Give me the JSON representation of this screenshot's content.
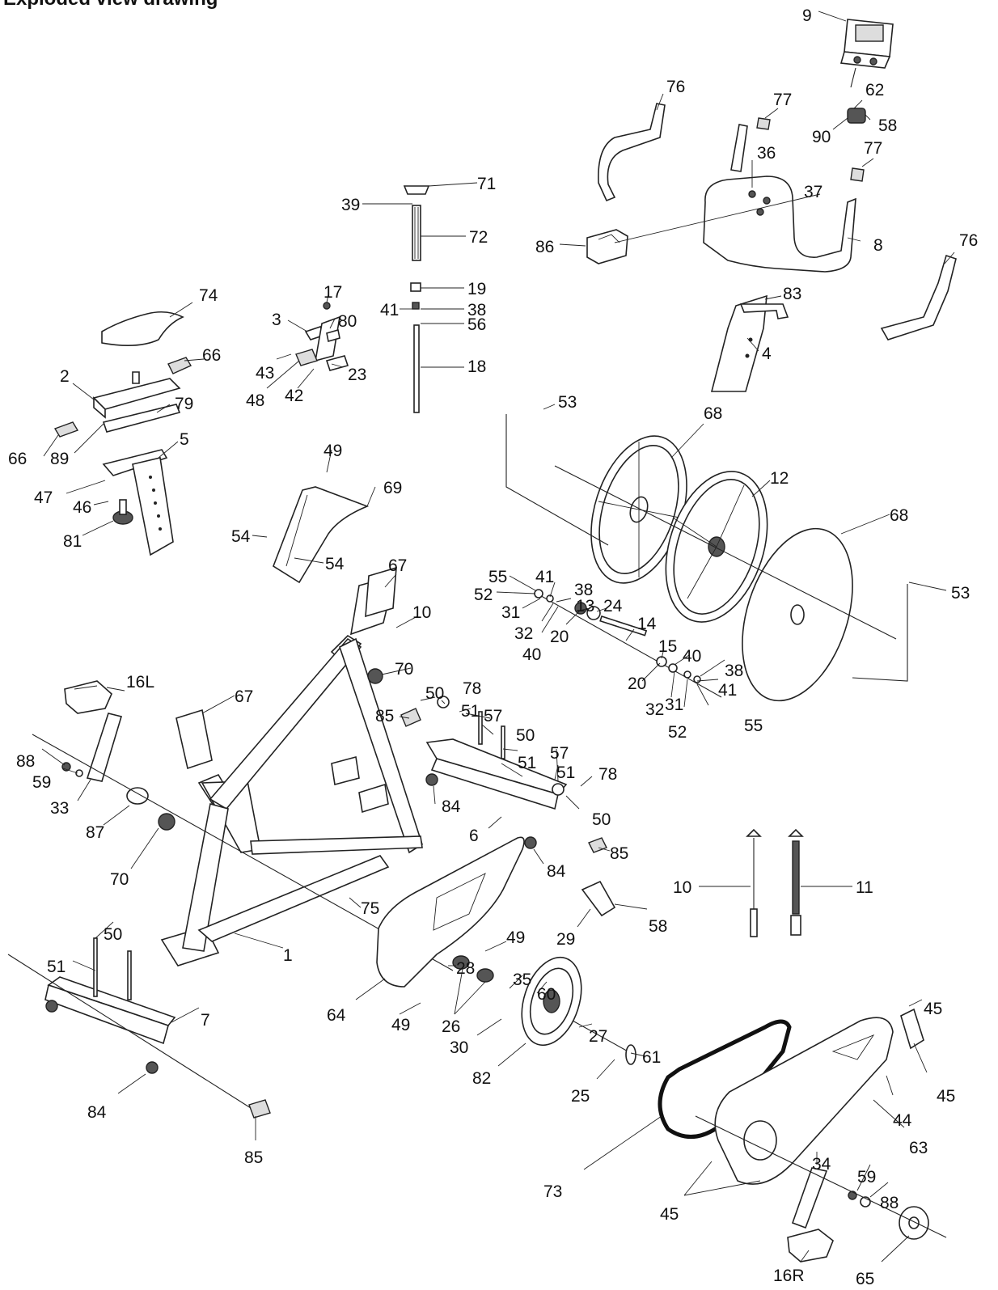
{
  "title": "Exploded view drawing",
  "labels": {
    "l9": "9",
    "l76a": "76",
    "l77a": "77",
    "l62": "62",
    "l58a": "58",
    "l90": "90",
    "l36": "36",
    "l77b": "77",
    "l37": "37",
    "l71": "71",
    "l39": "39",
    "l72": "72",
    "l86": "86",
    "l8": "8",
    "l76b": "76",
    "l74": "74",
    "l19": "19",
    "l17": "17",
    "l83": "83",
    "l41a": "41",
    "l38a": "38",
    "l80": "80",
    "l3": "3",
    "l56": "56",
    "l66a": "66",
    "l43": "43",
    "l23": "23",
    "l4": "4",
    "l2": "2",
    "l18": "18",
    "l48": "48",
    "l42": "42",
    "l79": "79",
    "l53a": "53",
    "l68a": "68",
    "l5": "5",
    "l66b": "66",
    "l89": "89",
    "l49a": "49",
    "l12": "12",
    "l47": "47",
    "l69": "69",
    "l46": "46",
    "l68b": "68",
    "l81": "81",
    "l54a": "54",
    "l54b": "54",
    "l67a": "67",
    "l55a": "55",
    "l41b": "41",
    "l53b": "53",
    "l52a": "52",
    "l38b": "38",
    "l31a": "31",
    "l13": "13",
    "l24": "24",
    "l32a": "32",
    "l10a": "10",
    "l14": "14",
    "l40a": "40",
    "l20a": "20",
    "l16L": "16L",
    "l70a": "70",
    "l15": "15",
    "l40b": "40",
    "l38c": "38",
    "l67b": "67",
    "l20b": "20",
    "l41c": "41",
    "l50a": "50",
    "l78a": "78",
    "l32b": "32",
    "l31b": "31",
    "l51a": "51",
    "l57a": "57",
    "l85a": "85",
    "l52b": "52",
    "l55b": "55",
    "l50b": "50",
    "l88a": "88",
    "l51b": "51",
    "l57b": "57",
    "l59a": "59",
    "l51c": "51",
    "l78b": "78",
    "l33": "33",
    "l84a": "84",
    "l87": "87",
    "l50c": "50",
    "l6": "6",
    "l85b": "85",
    "l70b": "70",
    "l84b": "84",
    "l10b": "10",
    "l11": "11",
    "l75": "75",
    "l58b": "58",
    "l29": "29",
    "l50d": "50",
    "l49b": "49",
    "l1": "1",
    "l51d": "51",
    "l28": "28",
    "l35": "35",
    "l60": "60",
    "l64": "64",
    "l7": "7",
    "l49c": "49",
    "l26": "26",
    "l27": "27",
    "l30": "30",
    "l45a": "45",
    "l61": "61",
    "l82": "82",
    "l25": "25",
    "l45b": "45",
    "l44": "44",
    "l84c": "84",
    "l63": "63",
    "l85c": "85",
    "l34": "34",
    "l73": "73",
    "l59b": "59",
    "l88b": "88",
    "l45c": "45",
    "l16R": "16R",
    "l65": "65"
  }
}
